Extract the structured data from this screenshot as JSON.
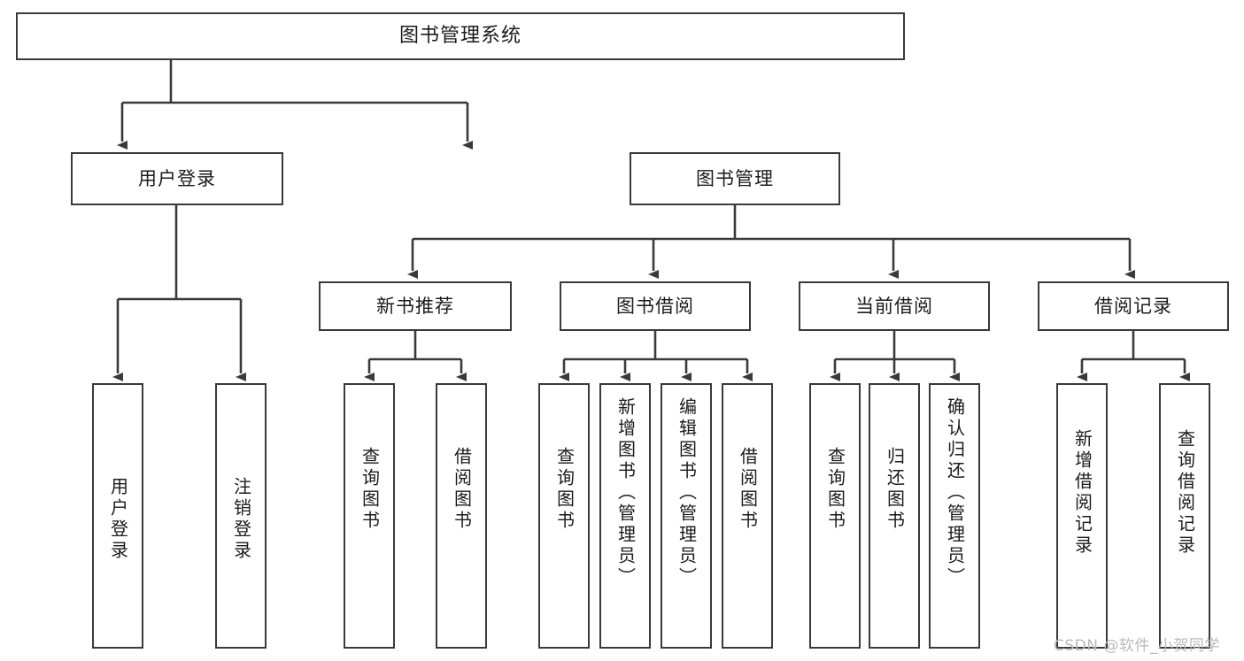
{
  "diagram": {
    "title": "图书管理系统",
    "type": "tree",
    "watermark": "CSDN @软件_小贺同学",
    "colors": {
      "box_border": "#3a3a3a",
      "box_fill": "#ffffff",
      "edge": "#3a3a3a",
      "text": "#1b1b1b",
      "watermark": "#b9b9b9"
    },
    "nodes": {
      "root": {
        "label": "图书管理系统"
      },
      "level2": [
        {
          "label": "用户登录"
        },
        {
          "label": "图书管理"
        }
      ],
      "level3": [
        {
          "label": "新书推荐"
        },
        {
          "label": "图书借阅"
        },
        {
          "label": "当前借阅"
        },
        {
          "label": "借阅记录"
        }
      ],
      "leaves": {
        "user_login": [
          {
            "label": "用户登录"
          },
          {
            "label": "注销登录"
          }
        ],
        "new_book_recommend": [
          {
            "label": "查询图书"
          },
          {
            "label": "借阅图书"
          }
        ],
        "book_borrow": [
          {
            "label": "查询图书"
          },
          {
            "label": "新增图书（管理员）"
          },
          {
            "label": "编辑图书（管理员）"
          },
          {
            "label": "借阅图书"
          }
        ],
        "current_borrow": [
          {
            "label": "查询图书"
          },
          {
            "label": "归还图书"
          },
          {
            "label": "确认归还（管理员）"
          }
        ],
        "borrow_record": [
          {
            "label": "新增借阅记录"
          },
          {
            "label": "查询借阅记录"
          }
        ]
      }
    }
  }
}
